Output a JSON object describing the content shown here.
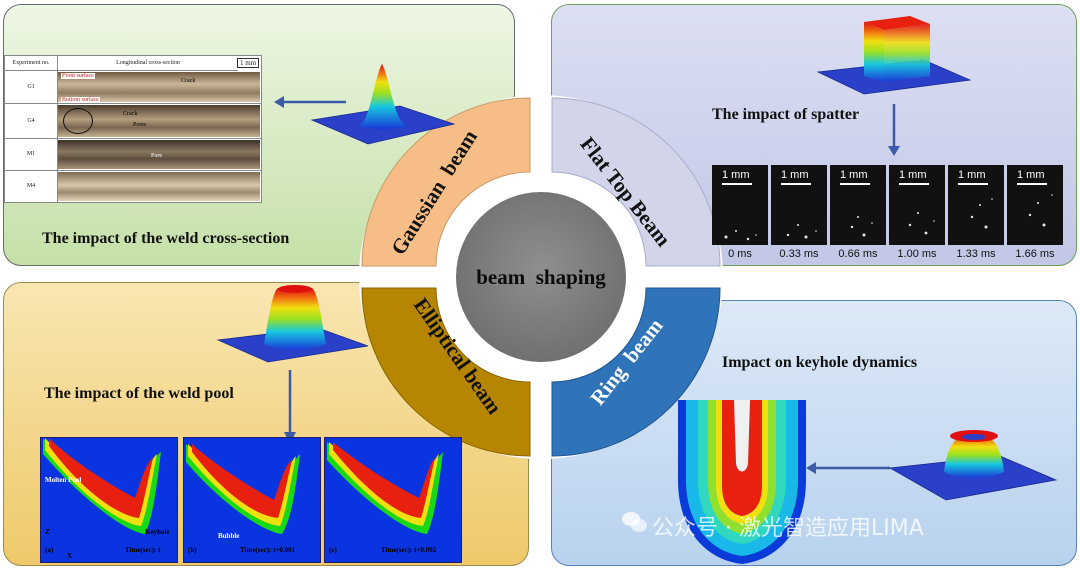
{
  "center": {
    "label": "beam  shaping"
  },
  "segments": {
    "gaussian": "Gaussian  beam",
    "flat_top": "Flat Top Beam",
    "elliptical": "Elliptical beam",
    "ring": "Ring  beam"
  },
  "panels": {
    "top_left": {
      "title": "The impact of the weld cross-section",
      "table": {
        "col1": "Experiment no.",
        "col2": "Longitudinal cross-section",
        "scale": "1 mm",
        "rows": [
          "G1",
          "G4",
          "M1",
          "M4"
        ],
        "annotations": {
          "front": "Front surface",
          "bottom": "Bottom surface",
          "crack1": "Crack",
          "crack2": "Crack",
          "pores": "Pores",
          "pore": "Pore"
        }
      }
    },
    "top_right": {
      "title": "The impact of spatter",
      "frames": [
        {
          "scale": "1 mm",
          "time": "0 ms"
        },
        {
          "scale": "1 mm",
          "time": "0.33 ms"
        },
        {
          "scale": "1 mm",
          "time": "0.66 ms"
        },
        {
          "scale": "1 mm",
          "time": "1.00 ms"
        },
        {
          "scale": "1 mm",
          "time": "1.33 ms"
        },
        {
          "scale": "1 mm",
          "time": "1.66 ms"
        }
      ]
    },
    "bottom_left": {
      "title": "The impact of the weld pool",
      "images": [
        {
          "tag": "(a)",
          "time": "Time(sec): t",
          "labels": [
            "Molten Pool",
            "Keyhole"
          ],
          "axis_z": "Z",
          "axis_x": "X"
        },
        {
          "tag": "(b)",
          "time": "Time(sec): t+0.001",
          "labels": [
            "Bubble"
          ]
        },
        {
          "tag": "(c)",
          "time": "Time(sec): t+0.002",
          "labels": []
        }
      ]
    },
    "bottom_right": {
      "title": "Impact on keyhole dynamics",
      "watermark": "公众号 · 激光智造应用LIMA"
    }
  },
  "colors": {
    "top_left_bg": "#d4e8bd",
    "top_right_bg": "#cfd3ec",
    "bottom_left_bg": "#f2d27e",
    "bottom_right_bg": "#c7dcf2",
    "gaussian_seg": "#f6bd86",
    "flat_top_seg": "#d0d3ea",
    "elliptical_seg": "#b58500",
    "ring_seg": "#2e72b8",
    "center": "#808080",
    "arrow": "#3c5aa8"
  }
}
